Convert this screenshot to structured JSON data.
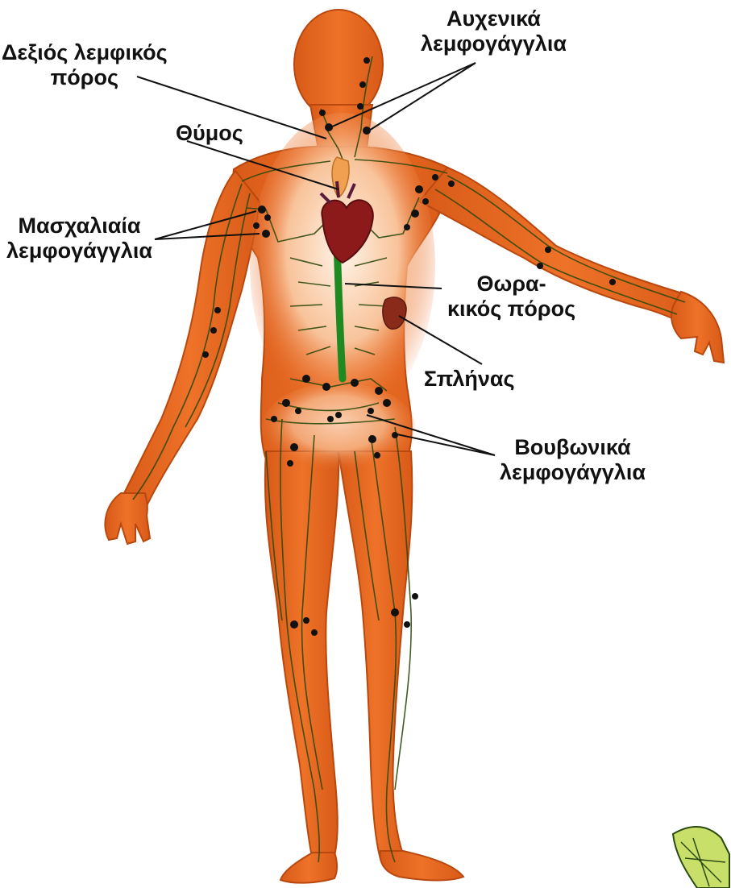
{
  "labels": {
    "right_lymph_duct": [
      "Δεξιός λεμφικός",
      "πόρος"
    ],
    "cervical_nodes": [
      "Αυχενικά",
      "λεμφογάγγλια"
    ],
    "thymus": "Θύμος",
    "axillary_nodes": [
      "Μασχαλιαία",
      "λεμφογάγγλια"
    ],
    "thoracic_duct": [
      "Θωρα-",
      "κικός πόρος"
    ],
    "spleen": "Σπλήνας",
    "inguinal_nodes": [
      "Βουβωνικά",
      "λεμφογάγγλια"
    ]
  },
  "colors": {
    "skin": "#e8651f",
    "skin_dark": "#c94c12",
    "vessel": "#2f4a0c",
    "thoracic_duct": "#1f8a22",
    "heart": "#8c1a1a",
    "thymus": "#f0a050",
    "spleen": "#8a2a1a",
    "node": "#111111"
  }
}
